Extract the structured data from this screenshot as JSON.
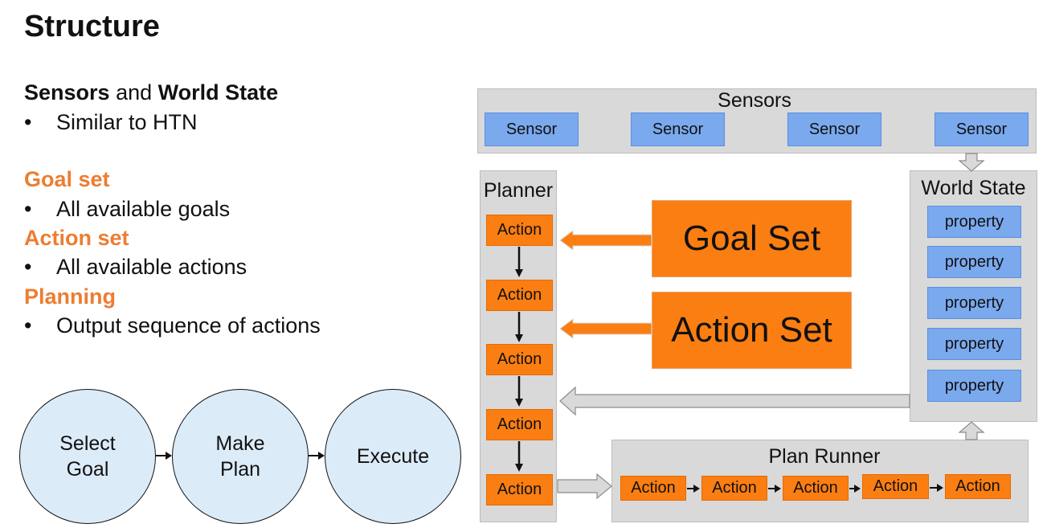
{
  "title": "Structure",
  "left": {
    "sensors_heading": {
      "part1": "Sensors",
      "part2": " and ",
      "part3": "World State"
    },
    "sensors_bullet": "Similar to HTN",
    "goal_heading": "Goal set",
    "goal_bullet": "All available goals",
    "action_heading": "Action set",
    "action_bullet": "All available actions",
    "planning_heading": "Planning",
    "planning_bullet": "Output sequence of actions",
    "bullet_char": "•"
  },
  "flow": {
    "steps": [
      "Select\nGoal",
      "Make\nPlan",
      "Execute"
    ]
  },
  "diagram": {
    "sensors_title": "Sensors",
    "sensor_label": "Sensor",
    "planner_title": "Planner",
    "action_label": "Action",
    "goal_set": "Goal Set",
    "action_set": "Action Set",
    "world_state_title": "World State",
    "property_label": "property",
    "plan_runner_title": "Plan Runner"
  },
  "colors": {
    "accent_orange": "#ed7d31",
    "box_orange": "#fb7e12",
    "sensor_blue": "#7aa9ee",
    "panel_gray": "#d9d9d9",
    "circle_fill": "#dcebf8"
  }
}
